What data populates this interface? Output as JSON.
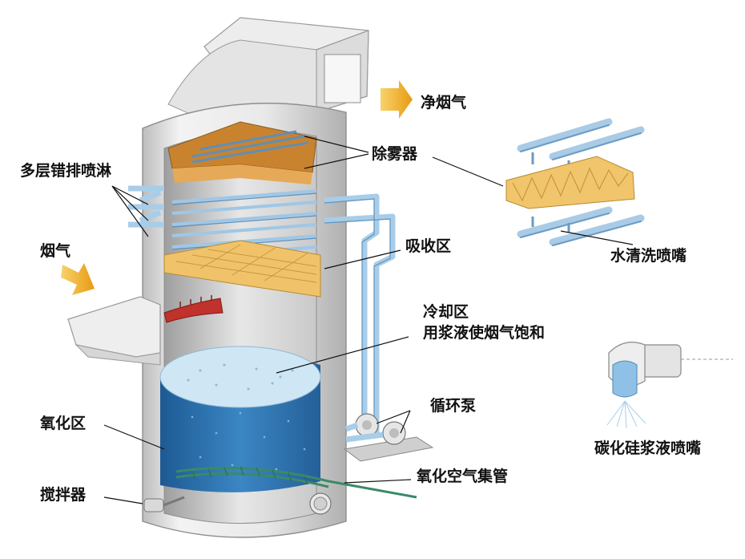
{
  "labels": {
    "clean_flue_gas": "净烟气",
    "demister": "除雾器",
    "multi_layer_spray": "多层错排喷淋",
    "flue_gas_in": "烟气",
    "absorption_zone": "吸收区",
    "cooling_zone_line1": "冷却区",
    "cooling_zone_line2": "用浆液使烟气饱和",
    "circulation_pump": "循环泵",
    "oxidation_zone": "氧化区",
    "oxidation_air_header": "氧化空气集管",
    "agitator": "搅拌器",
    "water_wash_nozzle": "水清洗喷嘴",
    "sic_slurry_nozzle": "碳化硅浆液喷嘴"
  },
  "colors": {
    "tower_shell": "#ececec",
    "tower_shadow": "#bdbdbd",
    "pipe": "#a9cde8",
    "pipe_dark": "#5e93bf",
    "slurry_top": "#cfe6f5",
    "slurry_side": "#2f74b3",
    "demister_orange": "#d8913a",
    "packing_yellow": "#f2c56a",
    "arrow": "#f3b21f",
    "air_pipe": "#3a8a68",
    "red_hood": "#c0322b"
  }
}
